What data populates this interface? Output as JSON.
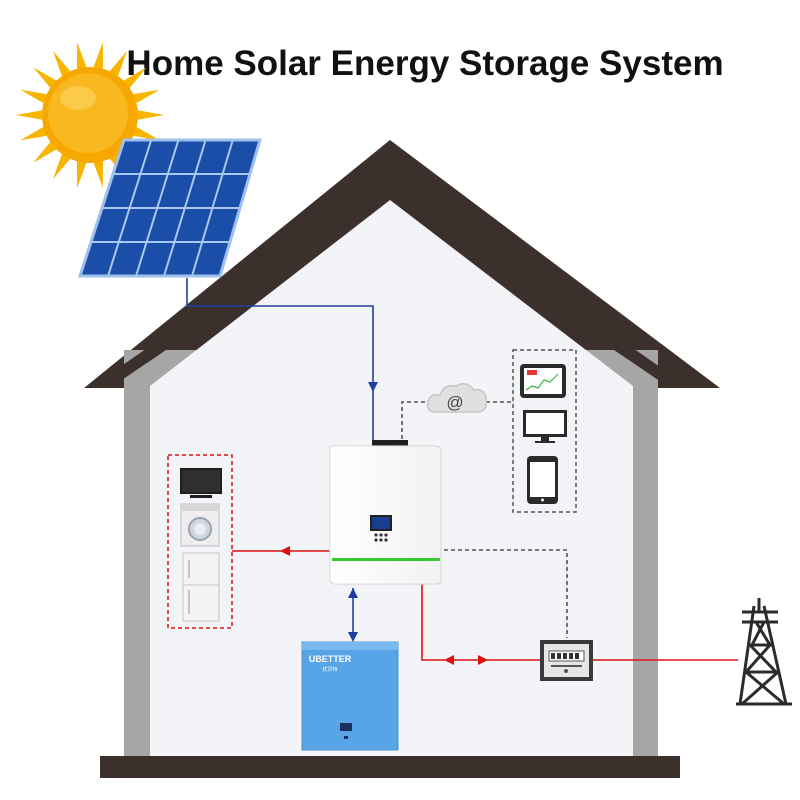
{
  "title": "Home Solar Energy Storage System",
  "battery_brand": "UBETTER",
  "battery_brand_sub": "优贝特",
  "cloud_symbol": "@",
  "colors": {
    "roof": "#3b302c",
    "wall": "#a6a6a6",
    "interior": "#f3f4f7",
    "solar_line": "#1f3fa0",
    "ac_line": "#e01010",
    "battery": "#57a4e6",
    "inverter_accent": "#38c92a",
    "sun": "#f7a400"
  },
  "icons": [
    "sun-icon",
    "solar-panel-icon",
    "cloud-icon",
    "tablet-icon",
    "monitor-icon",
    "phone-icon",
    "tv-icon",
    "washing-machine-icon",
    "refrigerator-icon",
    "meter-icon",
    "power-tower-icon"
  ]
}
